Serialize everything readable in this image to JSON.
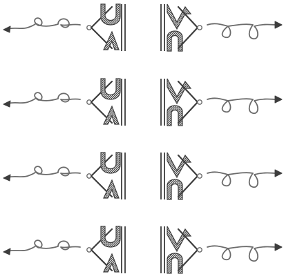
{
  "colors": {
    "background": "#ffffff",
    "ink": "#6b6b6b",
    "ink_dark": "#3d3d3d",
    "hatch": "#8a8a8a"
  },
  "rows": [
    {
      "left_arrow_icon": "looped-wavy-arrow-left",
      "left_glyph_icon": "triangle-with-u-and-zigzag-facing-left",
      "right_glyph_icon": "triangle-with-m-and-n-facing-right",
      "right_arrow_icon": "looped-wavy-arrow-right"
    },
    {
      "left_arrow_icon": "looped-wavy-arrow-left",
      "left_glyph_icon": "triangle-with-u-and-zigzag-facing-left",
      "right_glyph_icon": "triangle-with-m-and-n-facing-right",
      "right_arrow_icon": "looped-wavy-arrow-right"
    },
    {
      "left_arrow_icon": "looped-wavy-arrow-left",
      "left_glyph_icon": "triangle-with-u-and-zigzag-facing-left",
      "right_glyph_icon": "triangle-with-m-and-n-facing-right",
      "right_arrow_icon": "looped-wavy-arrow-right"
    },
    {
      "left_arrow_icon": "looped-wavy-arrow-left",
      "left_glyph_icon": "triangle-with-u-and-zigzag-facing-left",
      "right_glyph_icon": "triangle-with-m-and-n-facing-right",
      "right_arrow_icon": "looped-wavy-arrow-right"
    }
  ]
}
